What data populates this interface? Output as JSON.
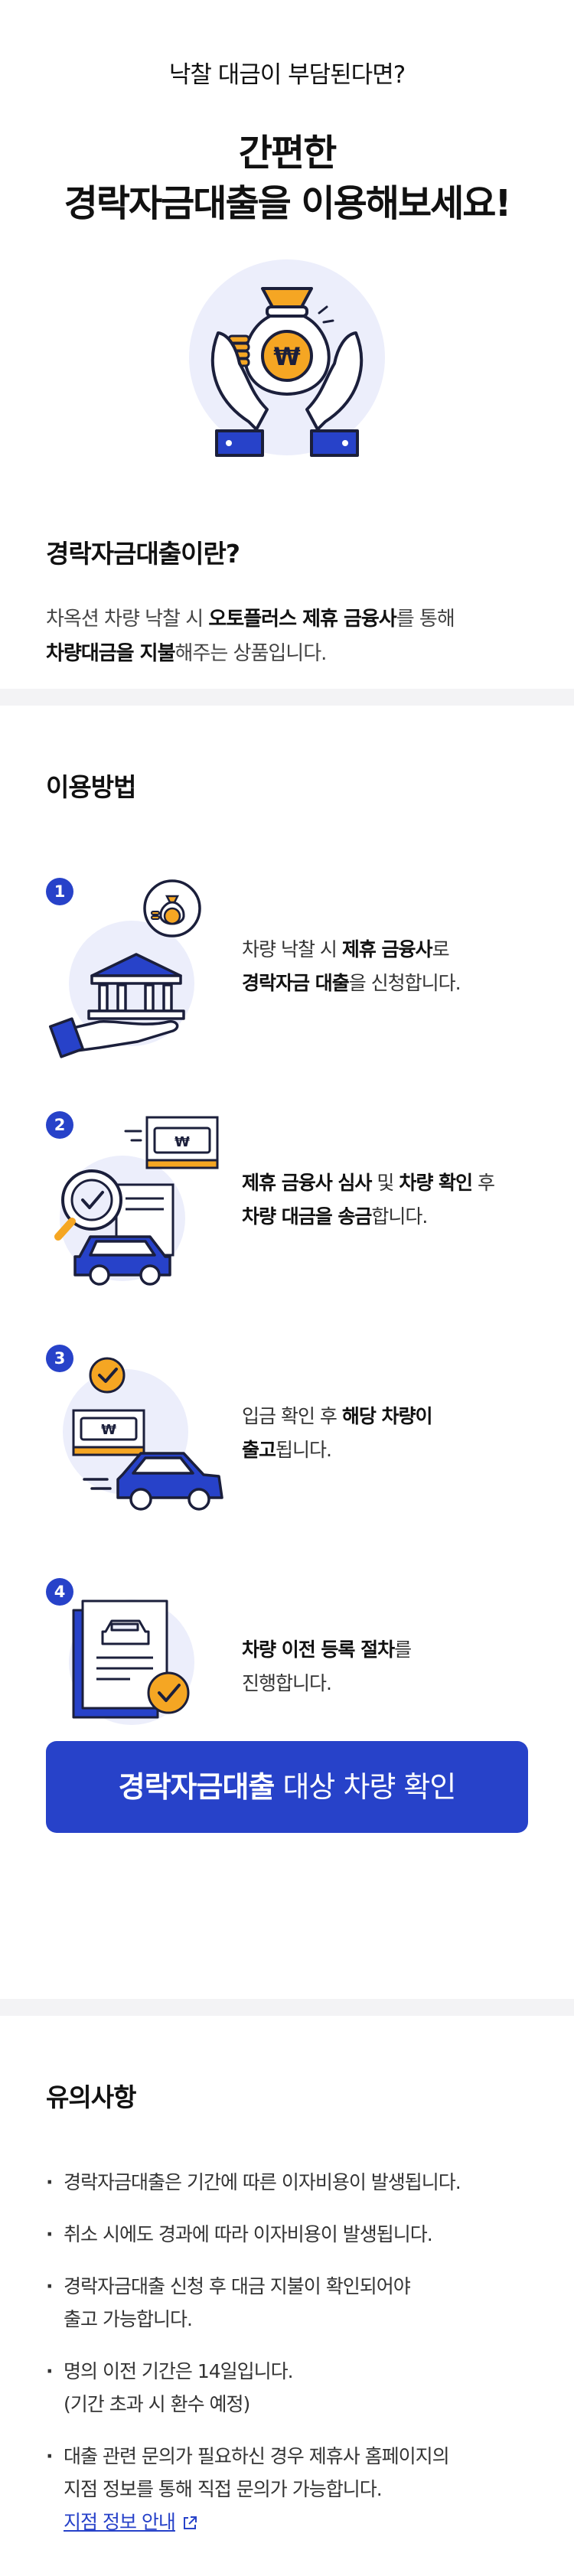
{
  "hero": {
    "subtitle": "낙찰 대금이 부담된다면?",
    "title_line1": "간편한",
    "title_line2": "경락자금대출을 이용해보세요!"
  },
  "intro": {
    "title": "경락자금대출이란?",
    "desc_p1": "차옥션 차량 낙찰 시 ",
    "desc_b1": "오토플러스 제휴 금융사",
    "desc_p2": "를 통해",
    "desc_b2": "차량대금을 지불",
    "desc_p3": "해주는 상품입니다."
  },
  "usage": {
    "title": "이용방법",
    "steps": [
      {
        "num": "1",
        "p1": "차량 낙찰 시 ",
        "b1": "제휴 금융사",
        "p2": "로",
        "b2": "경락자금 대출",
        "p3": "을 신청합니다."
      },
      {
        "num": "2",
        "b1": "제휴 금융사 심사",
        "p1": " 및 ",
        "b2": "차량 확인",
        "p2": " 후",
        "b3": "차량 대금을 송금",
        "p3": "합니다."
      },
      {
        "num": "3",
        "p1": "입금 확인 후 ",
        "b1": "해당 차량이",
        "b2": "출고",
        "p2": "됩니다."
      },
      {
        "num": "4",
        "b1": "차량 이전 등록 절차",
        "p1": "를",
        "p2": "진행합니다."
      }
    ],
    "won_symbol": "₩"
  },
  "cta": {
    "bold": "경락자금대출",
    "rest": " 대상 차량 확인"
  },
  "notice": {
    "title": "유의사항",
    "items": [
      [
        "경락자금대출은 기간에 따른 이자비용이 발생됩니다."
      ],
      [
        "취소 시에도 경과에 따라 이자비용이 발생됩니다."
      ],
      [
        "경락자금대출 신청 후 대금 지불이 확인되어야",
        "출고 가능합니다."
      ],
      [
        "명의 이전 기간은 14일입니다.",
        "(기간 초과 시 환수 예정)"
      ],
      [
        "대출 관련 문의가 필요하신 경우 제휴사 홈페이지의",
        "지점 정보를 통해 직접 문의가 가능합니다."
      ]
    ],
    "link_label": "지점 정보 안내"
  },
  "colors": {
    "primary": "#2742c9",
    "accent": "#f5a623",
    "illust_bg": "#eceefb",
    "divider": "#f3f3f5"
  },
  "icons": [
    "money-bag-icon",
    "hands-icon",
    "bank-icon",
    "magnifier-icon",
    "car-icon",
    "banknote-icon",
    "check-icon",
    "document-icon",
    "external-link-icon"
  ]
}
